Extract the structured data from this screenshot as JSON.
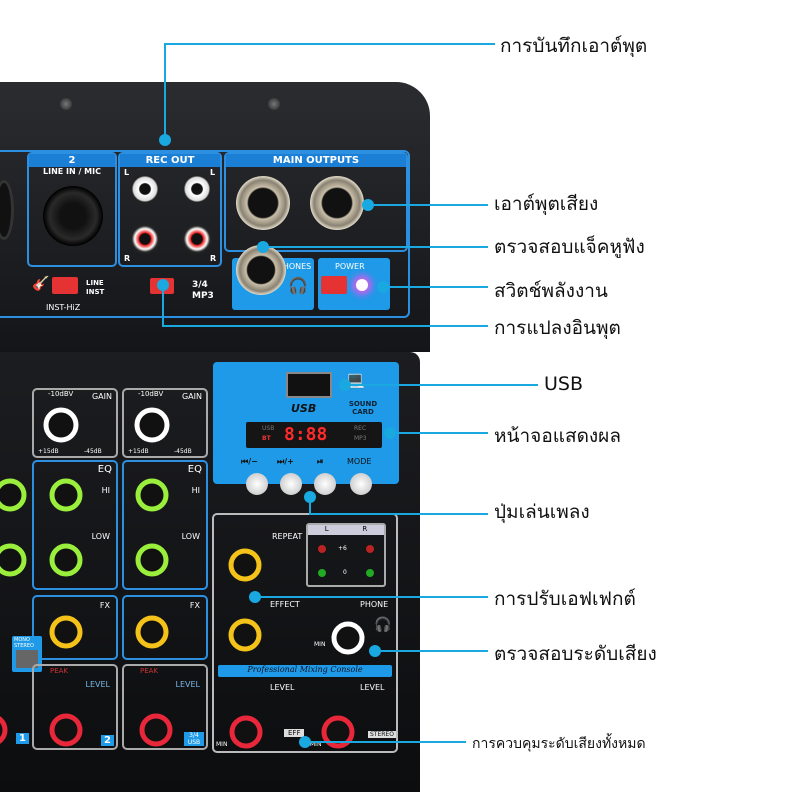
{
  "device": {
    "channel_2_number": "2",
    "channel_2_label": "LINE IN / MIC",
    "rec_out_title": "REC OUT",
    "main_outputs_title": "MAIN OUTPUTS",
    "left": "L",
    "right": "R",
    "phones_label": "PHONES",
    "power_label": "POWER",
    "inst_hiz": "INST-HiZ",
    "line": "LINE",
    "inst": "INST",
    "input_34": "3/4",
    "input_mp3": "MP3",
    "usb_logo": "USB",
    "sound_card": "SOUND CARD",
    "display": {
      "usb": "USB",
      "bt": "BT",
      "digits": "8:88",
      "rec": "REC",
      "mp3": "MP3"
    },
    "player_buttons": [
      "⏮/−",
      "⏭/+",
      "⏯",
      "MODE"
    ],
    "gain": "GAIN",
    "gain_scale_top": "-10dBV",
    "gain_min": "+15dB",
    "gain_max": "-45dB",
    "eq": "EQ",
    "hi": "HI",
    "low": "LOW",
    "fx": "FX",
    "mono_stereo": "MONO STEREO",
    "peak": "PEAK",
    "level": "LEVEL",
    "ch_badges": [
      "1",
      "2",
      "3/4 USB"
    ],
    "repeat": "REPEAT",
    "effect": "EFFECT",
    "phone": "PHONE",
    "min": "MIN",
    "meter": {
      "l": "L",
      "r": "R",
      "plus6": "+6",
      "zero": "0"
    },
    "brand_strip": "Professional Mixing Console",
    "eff": "EFF",
    "stereo": "STEREO"
  },
  "callouts": [
    "การบันทึกเอาต์พุต",
    "เอาต์พุตเสียง",
    "ตรวจสอบแจ็คหูฟัง",
    "สวิตช์พลังงาน",
    "การแปลงอินพุต",
    "USB",
    "หน้าจอแสดงผล",
    "ปุ่มเล่นเพลง",
    "การปรับเอฟเฟกต์",
    "ตรวจสอบระดับเสียง",
    "การควบคุมระดับเสียงทั้งหมด"
  ],
  "colors": {
    "accent": "#1e9ae8",
    "callout": "#19a8e0",
    "led_power": "#ff4df0"
  }
}
